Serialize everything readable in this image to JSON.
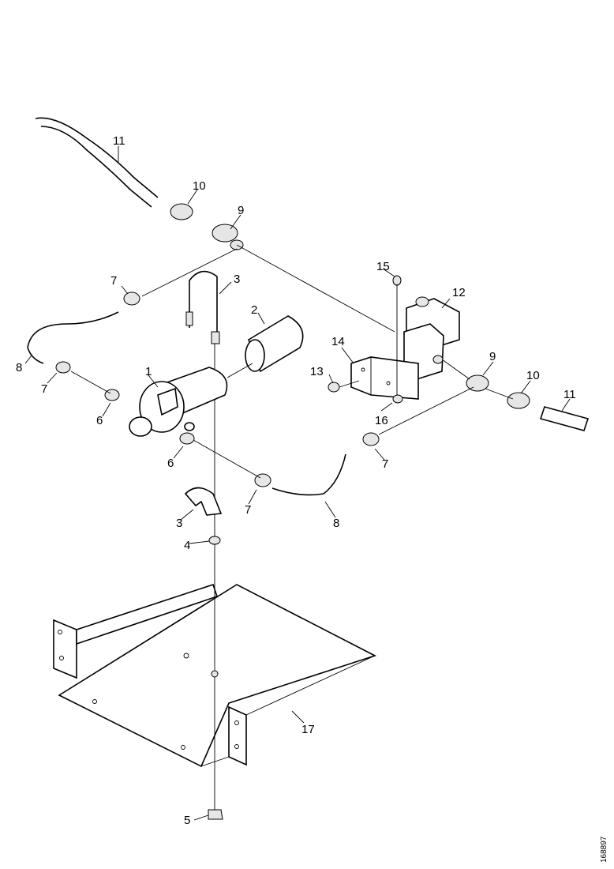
{
  "callouts": {
    "c1": "1",
    "c2": "2",
    "c3a": "3",
    "c3b": "3",
    "c4": "4",
    "c5": "5",
    "c6a": "6",
    "c6b": "6",
    "c7a": "7",
    "c7b": "7",
    "c7c": "7",
    "c7d": "7",
    "c8a": "8",
    "c8b": "8",
    "c9a": "9",
    "c9b": "9",
    "c10a": "10",
    "c10b": "10",
    "c11a": "11",
    "c11b": "11",
    "c12": "12",
    "c13": "13",
    "c14": "14",
    "c15": "15",
    "c16": "16",
    "c17": "17"
  },
  "drawing_number": "168897"
}
